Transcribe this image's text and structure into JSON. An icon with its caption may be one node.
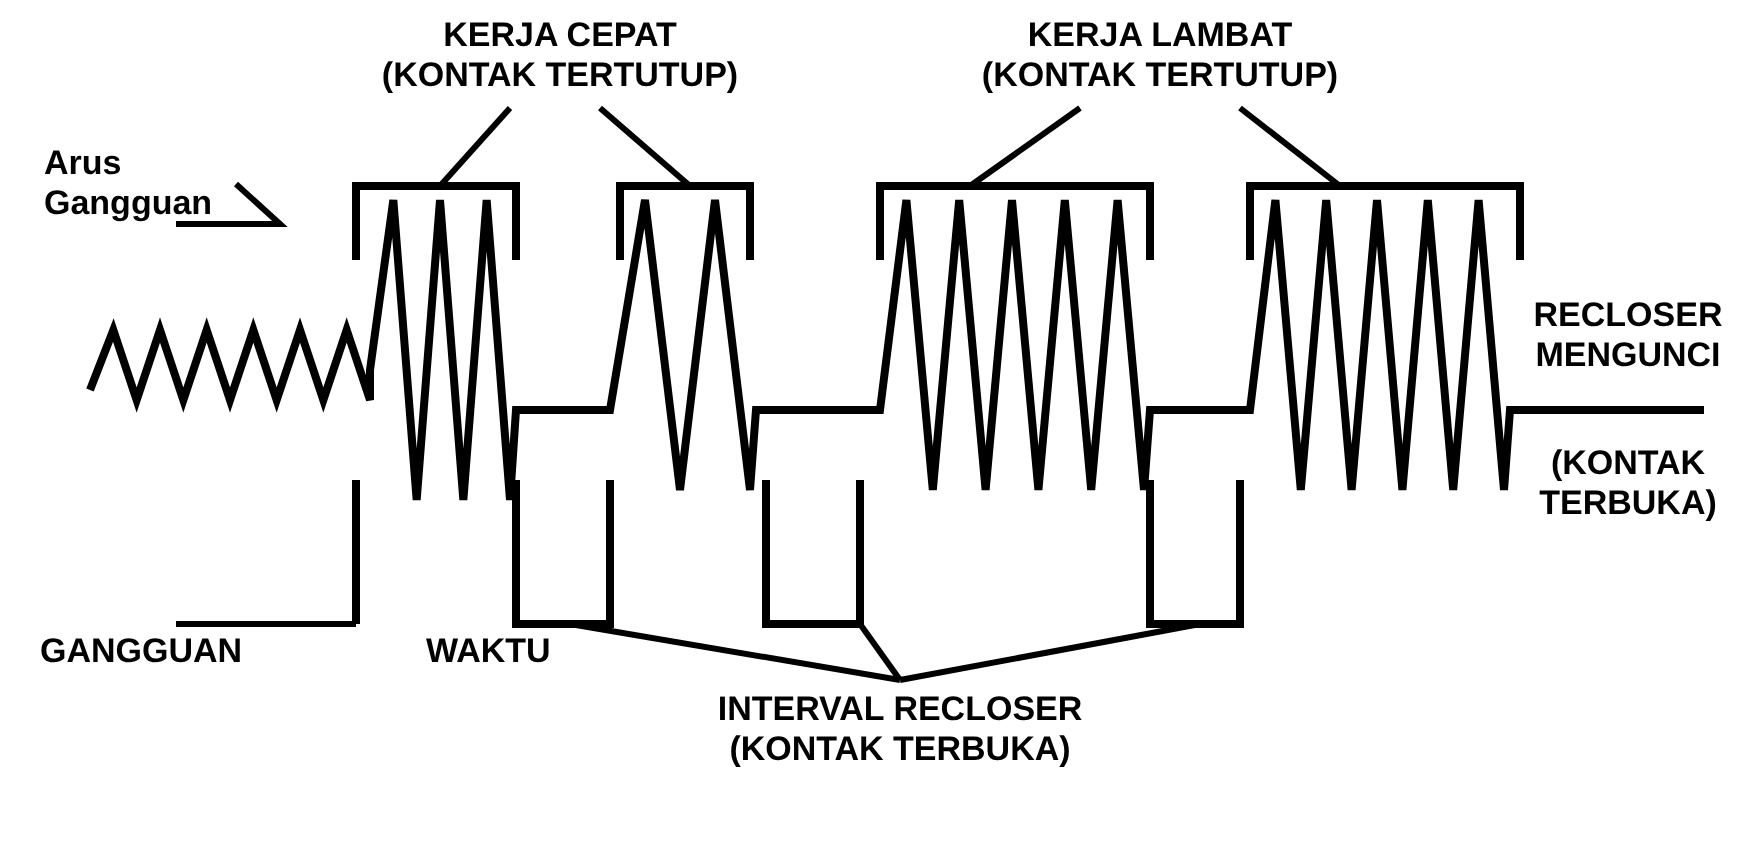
{
  "diagram": {
    "nodes": [
      {
        "text": [
          "KERJA CEPAT (KONTAK TERTUTUP)"
        ]
      },
      {
        "text": [
          "KERJA LAMBAT (KONTAK TERTUTUP)"
        ]
      },
      {
        "text": [
          "Arus Gangguan"
        ]
      },
      {
        "text": [
          "RECLOSER MENGUNCI",
          "(KONTAK TERBUKA)"
        ]
      },
      {
        "text": [
          "GANGGUAN"
        ]
      },
      {
        "text": [
          "WAKTU"
        ]
      },
      {
        "text": [
          "INTERVAL RECLOSER (KONTAK TERBUKA)"
        ]
      },
      {
        "text": [],
        "shape": "bracket"
      },
      {
        "text": [],
        "shape": "bracket"
      },
      {
        "text": [],
        "shape": "bracket"
      },
      {
        "text": [],
        "shape": "bracket"
      },
      {
        "text": [],
        "shape": "bracket"
      },
      {
        "text": [],
        "shape": "bracket"
      },
      {
        "text": [],
        "shape": "bracket"
      }
    ],
    "edges": [
      {
        "from": 0,
        "to": 7,
        "arrow": "none"
      },
      {
        "from": 0,
        "to": 8,
        "arrow": "none"
      },
      {
        "from": 1,
        "to": 9,
        "arrow": "none"
      },
      {
        "from": 1,
        "to": 10,
        "arrow": "none"
      },
      {
        "from": 2,
        "to": null,
        "arrow": "none"
      },
      {
        "from": 4,
        "to": null,
        "arrow": "none"
      },
      {
        "from": 6,
        "to": 11,
        "arrow": "none"
      },
      {
        "from": 6,
        "to": 12,
        "arrow": "none"
      },
      {
        "from": 6,
        "to": 13,
        "arrow": "none"
      }
    ]
  }
}
